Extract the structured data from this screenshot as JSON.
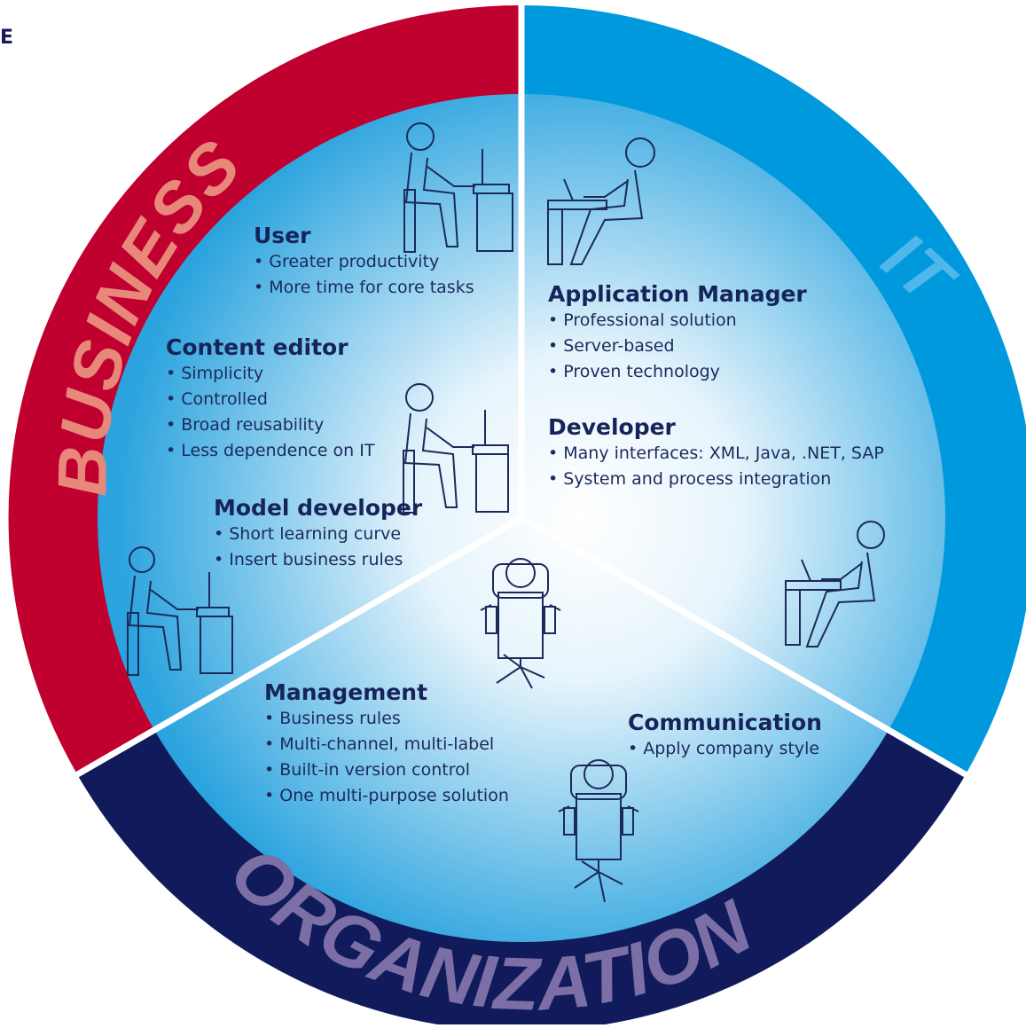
{
  "corner_text": "E",
  "segments": {
    "business": {
      "label": "BUSINESS",
      "color": "#c0002e",
      "label_color": "#e8887a"
    },
    "it": {
      "label": "IT",
      "color": "#0099dd",
      "label_color": "#4fb7ea"
    },
    "organization": {
      "label": "ORGANIZATION",
      "color": "#111b5c",
      "label_color": "#7b6fa6"
    }
  },
  "inner_gradient": {
    "center": "#ffffff",
    "edge": "#2aa3de"
  },
  "groups": [
    {
      "title": "User",
      "items": [
        "Greater productivity",
        "More time for core tasks"
      ]
    },
    {
      "title": "Content editor",
      "items": [
        "Simplicity",
        "Controlled",
        "Broad reusability",
        "Less dependence on IT"
      ]
    },
    {
      "title": "Model developer",
      "items": [
        "Short learning curve",
        "Insert business rules"
      ]
    },
    {
      "title": "Application Manager",
      "items": [
        "Professional solution",
        "Server-based",
        "Proven technology"
      ]
    },
    {
      "title": "Developer",
      "items": [
        "Many interfaces: XML, Java, .NET, SAP",
        "System and process integration"
      ]
    },
    {
      "title": "Management",
      "items": [
        "Business rules",
        "Multi-channel, multi-label",
        "Built-in version control",
        "One multi-purpose solution"
      ]
    },
    {
      "title": "Communication",
      "items": [
        "Apply company style"
      ]
    }
  ]
}
